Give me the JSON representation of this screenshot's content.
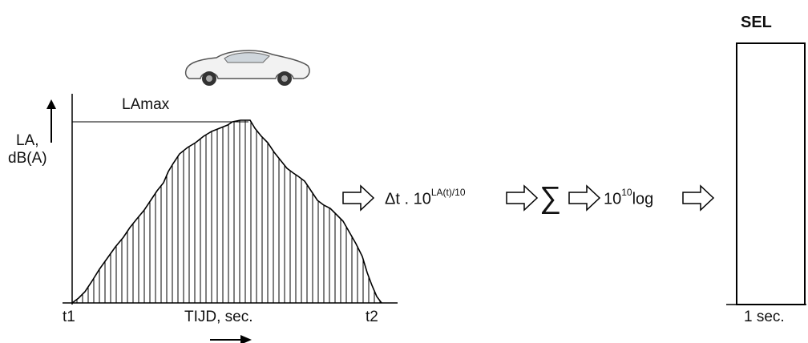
{
  "labels": {
    "lamax": "LAmax",
    "y_axis_line1": "LA,",
    "y_axis_line2": "dB(A)",
    "t1": "t1",
    "t2": "t2",
    "x_axis": "TIJD, sec.",
    "sel_title": "SEL",
    "sel_x": "1 sec."
  },
  "formula": {
    "delta": "Δt . 10",
    "exponent": "LA(t)/10",
    "sum": "∑",
    "log_base": "10",
    "log_sup": "10",
    "log": "log"
  },
  "icons": [
    "car-icon",
    "arrow-right-icon",
    "sigma-icon"
  ]
}
